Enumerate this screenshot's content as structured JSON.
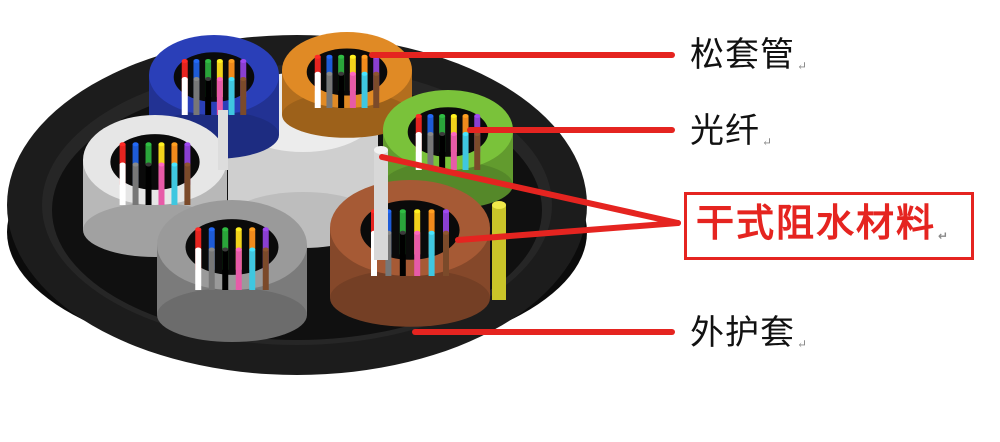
{
  "labels": {
    "loose_tube": "松套管",
    "optical_fiber": "光纤",
    "dry_water_blocking": "干式阻水材料",
    "outer_sheath": "外护套"
  },
  "return_mark": "↵",
  "colors": {
    "pointer": "#e52420",
    "sheath": "#151515",
    "tube_blue": "#2a3fb8",
    "tube_orange": "#e08a25",
    "tube_green": "#7ac23a",
    "tube_white": "#e6e6e6",
    "tube_gray": "#9a9a9a",
    "tube_brown": "#a65a35"
  }
}
